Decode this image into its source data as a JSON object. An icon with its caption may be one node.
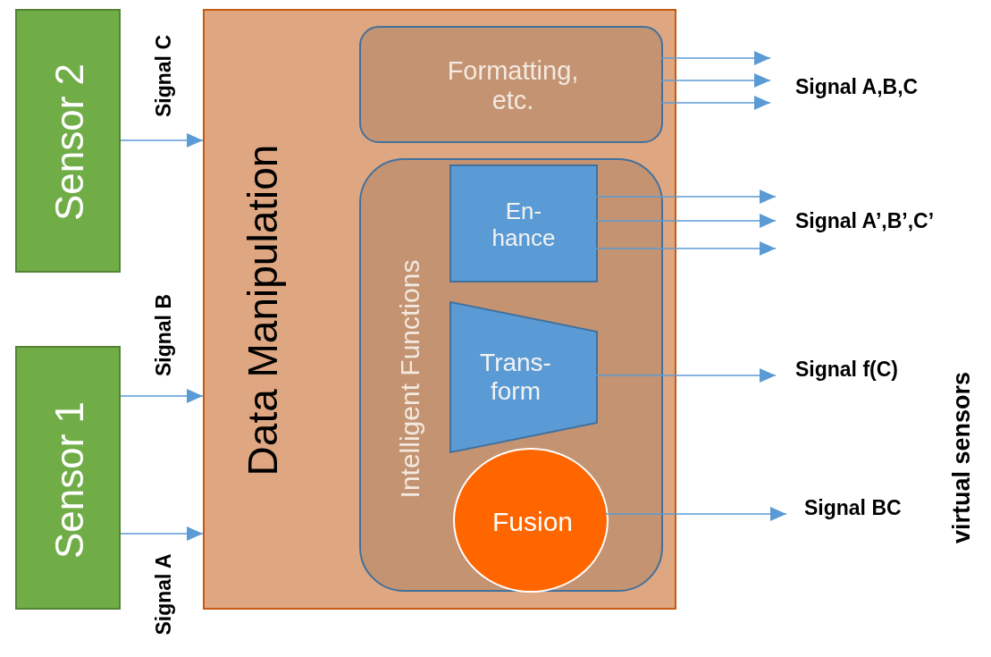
{
  "diagram": {
    "nodes": [
      {
        "text": [
          "Sensor 2"
        ]
      },
      {
        "text": [
          "Sensor 1"
        ]
      },
      {
        "text": [
          "Data Manipulation"
        ]
      },
      {
        "text": [
          "Formatting, etc."
        ],
        "in": 2
      },
      {
        "text": [
          "Intelligent Functions"
        ],
        "in": 2
      },
      {
        "text": [
          "En- hance"
        ],
        "in": 4
      },
      {
        "text": [
          "Trans- form"
        ],
        "in": 4
      },
      {
        "text": [
          "Fusion"
        ],
        "in": 4
      }
    ],
    "edges": [
      {
        "from": 0,
        "to": 2,
        "arrow": "to",
        "label": "Signal C"
      },
      {
        "from": 1,
        "to": 2,
        "arrow": "to",
        "label": "Signal B"
      },
      {
        "from": 1,
        "to": 2,
        "arrow": "to",
        "label": "Signal A"
      },
      {
        "from": 3,
        "to": null,
        "arrow": "to"
      },
      {
        "from": 3,
        "to": null,
        "arrow": "to"
      },
      {
        "from": 3,
        "to": null,
        "arrow": "to"
      },
      {
        "from": 5,
        "to": null,
        "arrow": "to"
      },
      {
        "from": 5,
        "to": null,
        "arrow": "to"
      },
      {
        "from": 5,
        "to": null,
        "arrow": "to"
      },
      {
        "from": 6,
        "to": null,
        "arrow": "to"
      },
      {
        "from": 7,
        "to": null,
        "arrow": "to"
      }
    ],
    "labels": [
      "Signal A,B,C",
      "Signal A’,B’,C’",
      "Signal f(C)",
      "Signal BC",
      "virtual sensors"
    ]
  }
}
